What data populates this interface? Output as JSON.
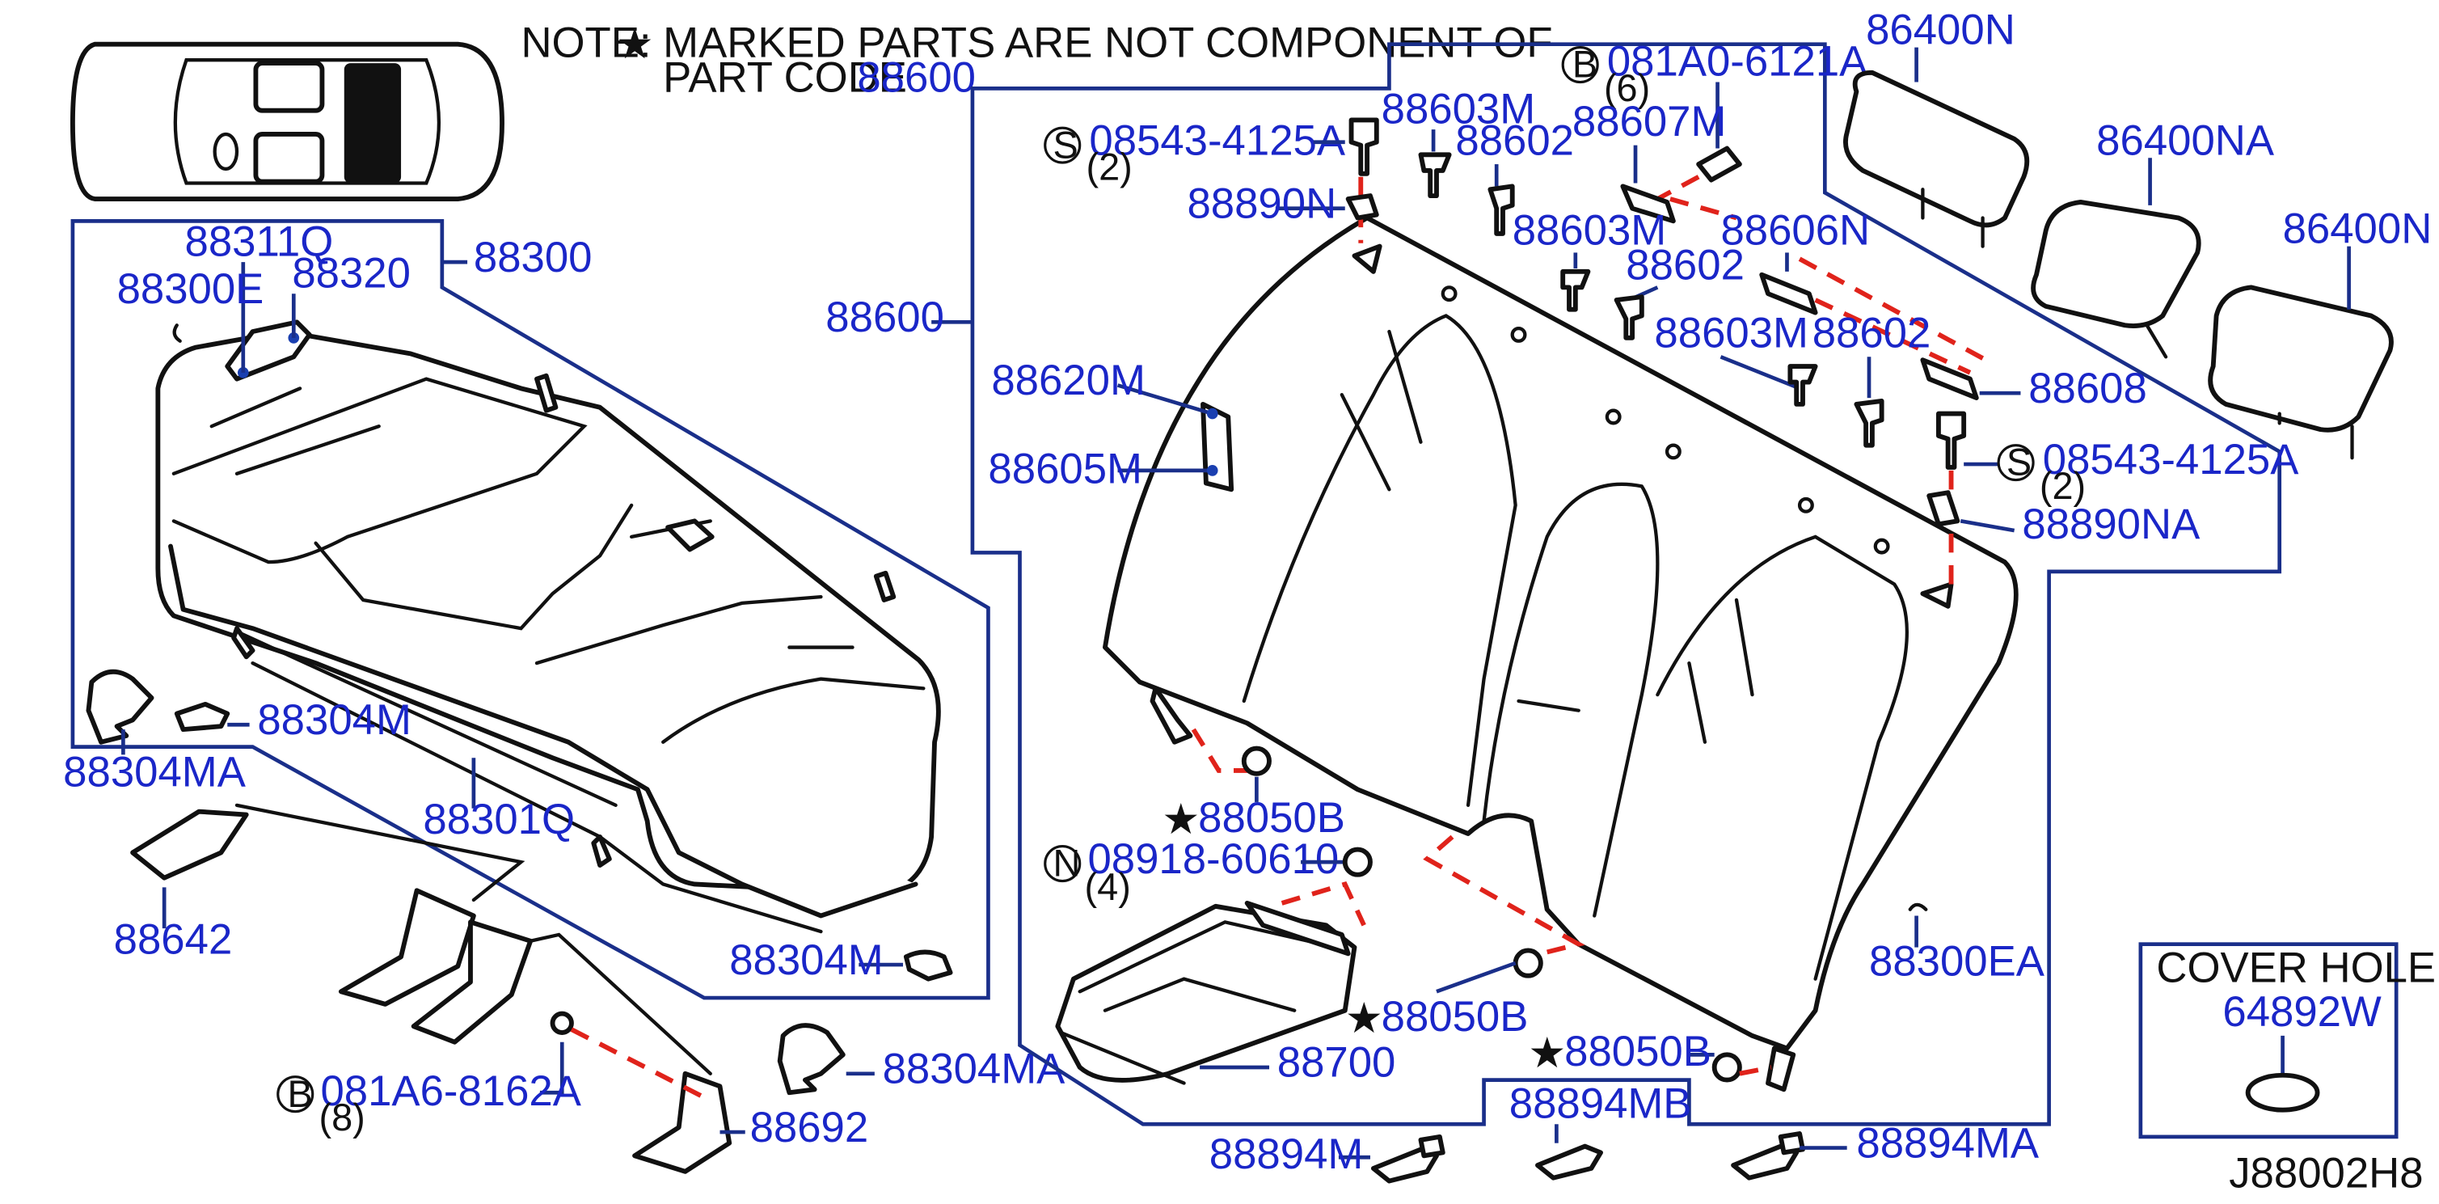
{
  "note": {
    "prefix": "NOTE:",
    "line1": "MARKED  PARTS  ARE  NOT  COMPONENT  OF",
    "line2_label": "PART  CODE",
    "line2_code": "88600"
  },
  "star_glyph": "★",
  "drawing_code": "J88002H8",
  "cover_hole": {
    "title": "COVER   HOLE",
    "part": "64892W"
  },
  "parts": {
    "p88311Q": "88311Q",
    "p88320": "88320",
    "p88300E": "88300E",
    "p88300": "88300",
    "p88304M_a": "88304M",
    "p88304MA_a": "88304MA",
    "p88301Q": "88301Q",
    "p88642": "88642",
    "p88304M_b": "88304M",
    "p88304MA_b": "88304MA",
    "p081A6": "081A6-8162A",
    "q081A6": "(8)",
    "p88692": "88692",
    "p88600": "88600",
    "p08543_a": "08543-4125A",
    "q08543_a": "(2)",
    "p88890N": "88890N",
    "p88603M_a": "88603M",
    "p88602_a": "88602",
    "p081A0": "081A0-6121A",
    "q081A0": "(6)",
    "p88607M": "88607M",
    "p88603M_b": "88603M",
    "p88606N": "88606N",
    "p88602_b": "88602",
    "p88603M_c": "88603M",
    "p88602_c": "88602",
    "p88608": "88608",
    "p08543_b": "08543-4125A",
    "q08543_b": "(2)",
    "p88890NA": "88890NA",
    "p88620M": "88620M",
    "p88605M": "88605M",
    "p88050B_a": "88050B",
    "p08918": "08918-60610",
    "q08918": "(4)",
    "p88700": "88700",
    "p88050B_b": "88050B",
    "p88050B_c": "88050B",
    "p88300EA": "88300EA",
    "p88894M": "88894M",
    "p88894MB": "88894MB",
    "p88894MA": "88894MA",
    "p86400N_a": "86400N",
    "p86400NA": "86400NA",
    "p86400N_b": "86400N"
  },
  "circle_symbols": {
    "B": "B",
    "S": "S",
    "N": "N"
  },
  "colors": {
    "part_number": "#1a26c8",
    "leader": "#1a2f8a",
    "dashed_link": "#e0231b",
    "outline": "#111111"
  }
}
